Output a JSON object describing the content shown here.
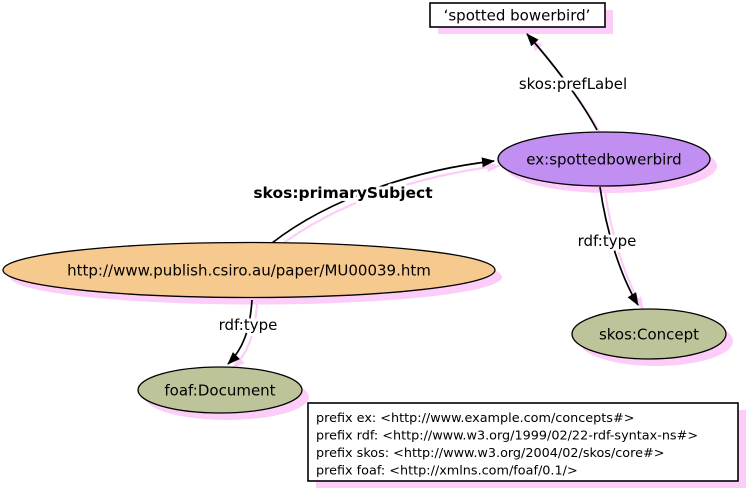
{
  "diagram": {
    "colors": {
      "shadow": "#fccdf8",
      "purple": "#c18ff1",
      "orange": "#f6c98f",
      "olive": "#bec49a",
      "white": "#ffffff",
      "line": "#000000"
    },
    "nodes": {
      "literal": {
        "label": "‘spotted bowerbird’"
      },
      "spottedbowerbird": {
        "label": "ex:spottedbowerbird"
      },
      "paper": {
        "label": "http://www.publish.csiro.au/paper/MU00039.htm"
      },
      "skos_concept": {
        "label": "skos:Concept"
      },
      "foaf_document": {
        "label": "foaf:Document"
      }
    },
    "edges": {
      "pref_label": {
        "label": "skos:prefLabel"
      },
      "primary_subject": {
        "label": "skos:primarySubject"
      },
      "rdf_type_concept": {
        "label": "rdf:type"
      },
      "rdf_type_document": {
        "label": "rdf:type"
      }
    },
    "prefix_box": {
      "lines": [
        "prefix ex: <http://www.example.com/concepts#>",
        "prefix rdf: <http://www.w3.org/1999/02/22-rdf-syntax-ns#>",
        "prefix skos: <http://www.w3.org/2004/02/skos/core#>",
        "prefix foaf: <http://xmlns.com/foaf/0.1/>"
      ]
    }
  }
}
